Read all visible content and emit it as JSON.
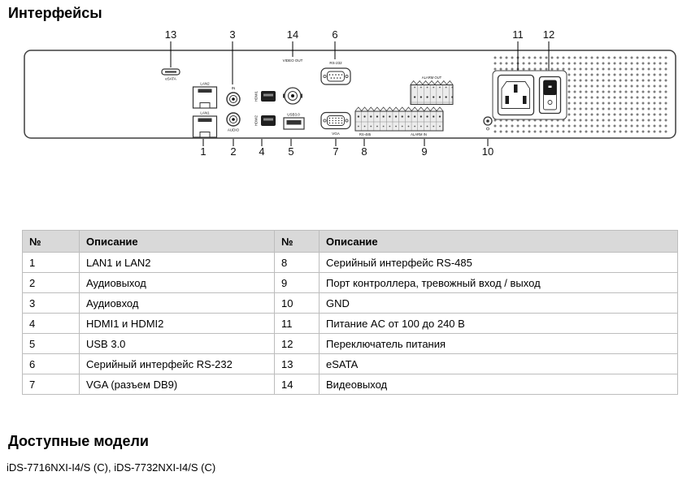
{
  "page": {
    "title": "Интерфейсы",
    "models": {
      "heading": "Доступные модели",
      "text": "iDS-7716NXI-I4/S (C), iDS-7732NXI-I4/S (C)"
    }
  },
  "diagram": {
    "top_callouts": [
      "13",
      "3",
      "14",
      "6",
      "11",
      "12"
    ],
    "bottom_callouts": [
      "1",
      "2",
      "4",
      "5",
      "7",
      "8",
      "9",
      "10"
    ],
    "port_labels": {
      "esata": "eSATA",
      "lan2": "LAN2",
      "lan1": "LAN1",
      "audio_in": "IN",
      "audio": "AUDIO",
      "hdmi1": "HDMI1",
      "hdmi2": "HDMI2",
      "video_out": "VIDEO OUT",
      "rs232": "RS-232",
      "usb": "USB3.0",
      "vga": "VGA",
      "rs485": "RS-485",
      "alarm_out": "ALARM OUT",
      "alarm_in": "ALARM IN"
    }
  },
  "table": {
    "headers": [
      "№",
      "Описание",
      "№",
      "Описание"
    ],
    "rows": [
      {
        "n1": "1",
        "d1": "LAN1 и LAN2",
        "n2": "8",
        "d2": "Серийный интерфейс RS-485"
      },
      {
        "n1": "2",
        "d1": "Аудиовыход",
        "n2": "9",
        "d2": "Порт контроллера, тревожный вход / выход"
      },
      {
        "n1": "3",
        "d1": "Аудиовход",
        "n2": "10",
        "d2": "GND"
      },
      {
        "n1": "4",
        "d1": "HDMI1 и HDMI2",
        "n2": "11",
        "d2": "Питание AC от 100 до 240 В"
      },
      {
        "n1": "5",
        "d1": "USB 3.0",
        "n2": "12",
        "d2": "Переключатель питания"
      },
      {
        "n1": "6",
        "d1": "Серийный интерфейс RS-232",
        "n2": "13",
        "d2": "eSATA"
      },
      {
        "n1": "7",
        "d1": "VGA (разъем DB9)",
        "n2": "14",
        "d2": "Видеовыход"
      }
    ]
  },
  "colors": {
    "table_header_bg": "#d9d9d9",
    "table_border": "#bdbdbd",
    "panel_stroke": "#3f3f3f"
  }
}
